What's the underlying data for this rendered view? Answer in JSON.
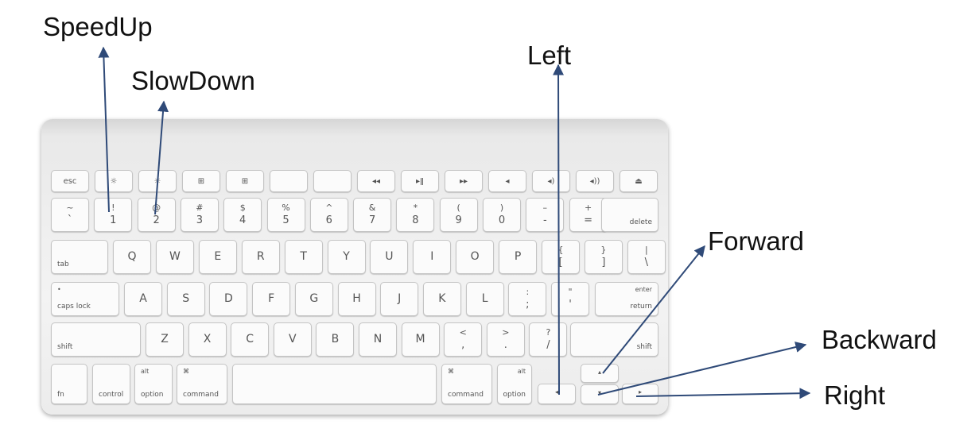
{
  "annotations": {
    "speed_up": "SpeedUp",
    "slow_down": "SlowDown",
    "left": "Left",
    "forward": "Forward",
    "backward": "Backward",
    "right": "Right"
  },
  "colors": {
    "arrow": "#2f4a78",
    "keyboard_body": "#e9e9e9",
    "key_face": "#fbfbfb"
  },
  "keyboard": {
    "function_row": [
      {
        "name": "key-esc",
        "top": "esc"
      },
      {
        "name": "key-f1",
        "top": "☼"
      },
      {
        "name": "key-f2",
        "top": "☼"
      },
      {
        "name": "key-f3",
        "top": "⊞"
      },
      {
        "name": "key-f4",
        "top": "⊞"
      },
      {
        "name": "key-f5",
        "top": ""
      },
      {
        "name": "key-f6",
        "top": ""
      },
      {
        "name": "key-f7",
        "top": "◂◂"
      },
      {
        "name": "key-f8",
        "top": "▸ǁ"
      },
      {
        "name": "key-f9",
        "top": "▸▸"
      },
      {
        "name": "key-f10",
        "top": "◂"
      },
      {
        "name": "key-f11",
        "top": "◂)"
      },
      {
        "name": "key-f12",
        "top": "◂))"
      },
      {
        "name": "key-eject",
        "top": "⏏"
      }
    ],
    "number_row": [
      {
        "name": "key-tilde",
        "top": "~",
        "bot": "`"
      },
      {
        "name": "key-1",
        "top": "!",
        "bot": "1"
      },
      {
        "name": "key-2",
        "top": "@",
        "bot": "2"
      },
      {
        "name": "key-3",
        "top": "#",
        "bot": "3"
      },
      {
        "name": "key-4",
        "top": "$",
        "bot": "4"
      },
      {
        "name": "key-5",
        "top": "%",
        "bot": "5"
      },
      {
        "name": "key-6",
        "top": "^",
        "bot": "6"
      },
      {
        "name": "key-7",
        "top": "&",
        "bot": "7"
      },
      {
        "name": "key-8",
        "top": "*",
        "bot": "8"
      },
      {
        "name": "key-9",
        "top": "(",
        "bot": "9"
      },
      {
        "name": "key-0",
        "top": ")",
        "bot": "0"
      },
      {
        "name": "key-minus",
        "top": "–",
        "bot": "-"
      },
      {
        "name": "key-equals",
        "top": "+",
        "bot": "="
      },
      {
        "name": "key-delete",
        "top": "",
        "bot": "delete"
      }
    ],
    "q_row": [
      {
        "name": "key-tab",
        "top": "",
        "bot": "tab"
      },
      {
        "name": "key-q",
        "top": "Q"
      },
      {
        "name": "key-w",
        "top": "W"
      },
      {
        "name": "key-e",
        "top": "E"
      },
      {
        "name": "key-r",
        "top": "R"
      },
      {
        "name": "key-t",
        "top": "T"
      },
      {
        "name": "key-y",
        "top": "Y"
      },
      {
        "name": "key-u",
        "top": "U"
      },
      {
        "name": "key-i",
        "top": "I"
      },
      {
        "name": "key-o",
        "top": "O"
      },
      {
        "name": "key-p",
        "top": "P"
      },
      {
        "name": "key-lbracket",
        "top": "{",
        "bot": "["
      },
      {
        "name": "key-rbracket",
        "top": "}",
        "bot": "]"
      },
      {
        "name": "key-backslash",
        "top": "|",
        "bot": "\\"
      }
    ],
    "a_row": [
      {
        "name": "key-caps-lock",
        "top": "•",
        "bot": "caps lock"
      },
      {
        "name": "key-a",
        "top": "A"
      },
      {
        "name": "key-s",
        "top": "S"
      },
      {
        "name": "key-d",
        "top": "D"
      },
      {
        "name": "key-f",
        "top": "F"
      },
      {
        "name": "key-g",
        "top": "G"
      },
      {
        "name": "key-h",
        "top": "H"
      },
      {
        "name": "key-j",
        "top": "J"
      },
      {
        "name": "key-k",
        "top": "K"
      },
      {
        "name": "key-l",
        "top": "L"
      },
      {
        "name": "key-semicolon",
        "top": ":",
        "bot": ";"
      },
      {
        "name": "key-quote",
        "top": "\"",
        "bot": "'"
      },
      {
        "name": "key-return",
        "top": "enter",
        "bot": "return"
      }
    ],
    "z_row": [
      {
        "name": "key-shift-left",
        "top": "",
        "bot": "shift"
      },
      {
        "name": "key-z",
        "top": "Z"
      },
      {
        "name": "key-x",
        "top": "X"
      },
      {
        "name": "key-c",
        "top": "C"
      },
      {
        "name": "key-v",
        "top": "V"
      },
      {
        "name": "key-b",
        "top": "B"
      },
      {
        "name": "key-n",
        "top": "N"
      },
      {
        "name": "key-m",
        "top": "M"
      },
      {
        "name": "key-comma",
        "top": "<",
        "bot": ","
      },
      {
        "name": "key-period",
        "top": ">",
        "bot": "."
      },
      {
        "name": "key-slash",
        "top": "?",
        "bot": "/"
      },
      {
        "name": "key-shift-right",
        "top": "",
        "bot": "shift"
      }
    ],
    "bottom_row": [
      {
        "name": "key-fn",
        "top": "",
        "bot": "fn"
      },
      {
        "name": "key-control",
        "top": "",
        "bot": "control"
      },
      {
        "name": "key-option-left",
        "top": "alt",
        "bot": "option"
      },
      {
        "name": "key-command-left",
        "top": "⌘",
        "bot": "command"
      },
      {
        "name": "key-space",
        "top": "",
        "bot": ""
      },
      {
        "name": "key-command-right",
        "top": "⌘",
        "bot": "command"
      },
      {
        "name": "key-option-right",
        "top": "alt",
        "bot": "option"
      },
      {
        "name": "key-arrow-left",
        "top": "◂"
      },
      {
        "name": "key-arrow-up",
        "top": "▴"
      },
      {
        "name": "key-arrow-down",
        "top": "▾"
      },
      {
        "name": "key-arrow-right",
        "top": "▸"
      }
    ]
  }
}
